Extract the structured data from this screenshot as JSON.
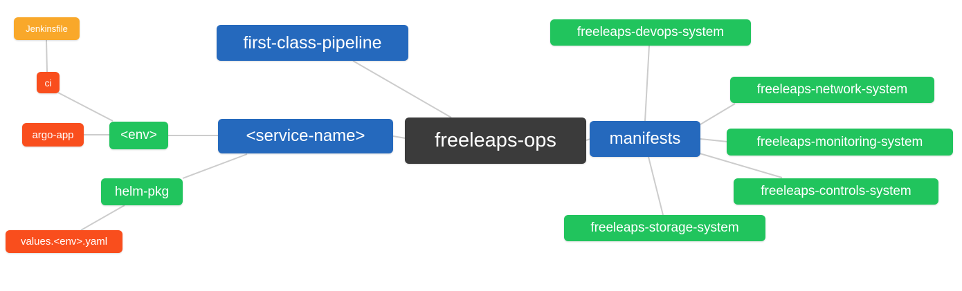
{
  "canvas": {
    "background": "#ffffff",
    "edge_color": "#cccccc"
  },
  "palette": {
    "blue": "#2569BD",
    "green": "#21C45D",
    "red": "#F94E1D",
    "orange": "#F9A82A",
    "dark": "#3B3B3B",
    "node_text": "#ffffff"
  },
  "nodes": {
    "jenkinsfile": {
      "label": "Jenkinsfile",
      "color": "#F9A82A"
    },
    "ci": {
      "label": "ci",
      "color": "#F94E1D"
    },
    "argo_app": {
      "label": "argo-app",
      "color": "#F94E1D"
    },
    "env": {
      "label": "<env>",
      "color": "#21C45D"
    },
    "helm_pkg": {
      "label": "helm-pkg",
      "color": "#21C45D"
    },
    "values_env_yaml": {
      "label": "values.<env>.yaml",
      "color": "#F94E1D"
    },
    "first_class_pipeline": {
      "label": "first-class-pipeline",
      "color": "#2569BD"
    },
    "service_name": {
      "label": "<service-name>",
      "color": "#2569BD"
    },
    "freeleaps_ops": {
      "label": "freeleaps-ops",
      "color": "#3B3B3B"
    },
    "manifests": {
      "label": "manifests",
      "color": "#2569BD"
    },
    "devops_system": {
      "label": "freeleaps-devops-system",
      "color": "#21C45D"
    },
    "network_system": {
      "label": "freeleaps-network-system",
      "color": "#21C45D"
    },
    "monitoring_system": {
      "label": "freeleaps-monitoring-system",
      "color": "#21C45D"
    },
    "controls_system": {
      "label": "freeleaps-controls-system",
      "color": "#21C45D"
    },
    "storage_system": {
      "label": "freeleaps-storage-system",
      "color": "#21C45D"
    }
  },
  "connections": [
    {
      "from": "ci",
      "to": "jenkinsfile"
    },
    {
      "from": "env",
      "to": "ci"
    },
    {
      "from": "env",
      "to": "argo_app"
    },
    {
      "from": "service_name",
      "to": "env"
    },
    {
      "from": "service_name",
      "to": "helm_pkg"
    },
    {
      "from": "helm_pkg",
      "to": "values_env_yaml"
    },
    {
      "from": "freeleaps_ops",
      "to": "first_class_pipeline"
    },
    {
      "from": "freeleaps_ops",
      "to": "service_name"
    },
    {
      "from": "freeleaps_ops",
      "to": "manifests"
    },
    {
      "from": "manifests",
      "to": "devops_system"
    },
    {
      "from": "manifests",
      "to": "network_system"
    },
    {
      "from": "manifests",
      "to": "monitoring_system"
    },
    {
      "from": "manifests",
      "to": "controls_system"
    },
    {
      "from": "manifests",
      "to": "storage_system"
    }
  ]
}
